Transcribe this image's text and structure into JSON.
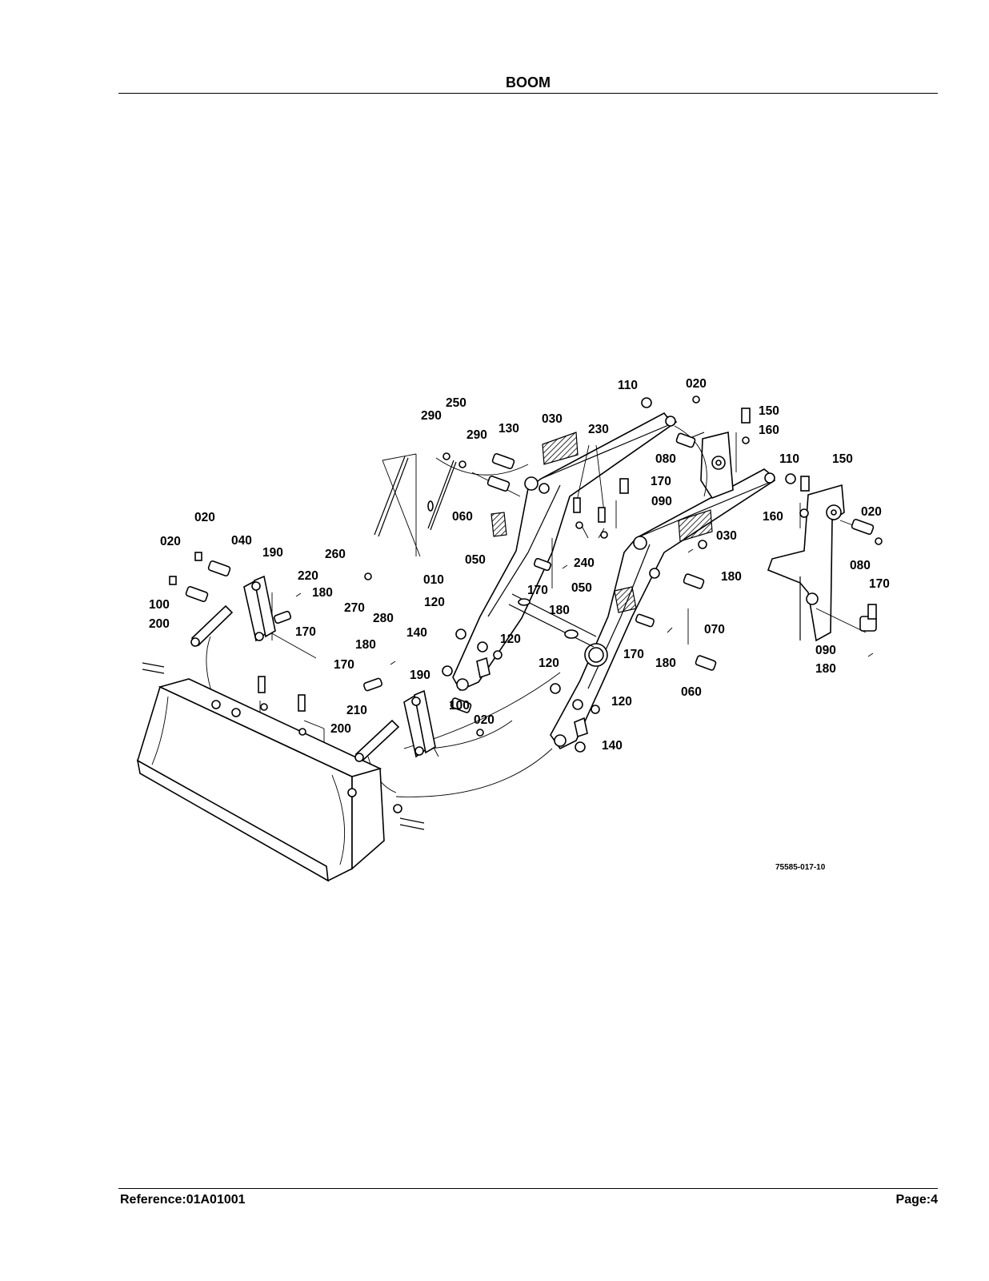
{
  "header": {
    "title": "BOOM"
  },
  "footer": {
    "reference": "Reference:01A01001",
    "page": "Page:4"
  },
  "figure": {
    "code": "75585-017-10",
    "labels": [
      {
        "id": "l-110a",
        "text": "110"
      },
      {
        "id": "l-020a",
        "text": "020"
      },
      {
        "id": "l-150a",
        "text": "150"
      },
      {
        "id": "l-160a",
        "text": "160"
      },
      {
        "id": "l-250",
        "text": "250"
      },
      {
        "id": "l-290a",
        "text": "290"
      },
      {
        "id": "l-290b",
        "text": "290"
      },
      {
        "id": "l-130",
        "text": "130"
      },
      {
        "id": "l-030a",
        "text": "030"
      },
      {
        "id": "l-230",
        "text": "230"
      },
      {
        "id": "l-080a",
        "text": "080"
      },
      {
        "id": "l-110b",
        "text": "110"
      },
      {
        "id": "l-150b",
        "text": "150"
      },
      {
        "id": "l-170a",
        "text": "170"
      },
      {
        "id": "l-090a",
        "text": "090"
      },
      {
        "id": "l-060a",
        "text": "060"
      },
      {
        "id": "l-160b",
        "text": "160"
      },
      {
        "id": "l-020b",
        "text": "020"
      },
      {
        "id": "l-030b",
        "text": "030"
      },
      {
        "id": "l-020c",
        "text": "020"
      },
      {
        "id": "l-040",
        "text": "040"
      },
      {
        "id": "l-020d",
        "text": "020"
      },
      {
        "id": "l-190a",
        "text": "190"
      },
      {
        "id": "l-260",
        "text": "260"
      },
      {
        "id": "l-050a",
        "text": "050"
      },
      {
        "id": "l-240",
        "text": "240"
      },
      {
        "id": "l-080b",
        "text": "080"
      },
      {
        "id": "l-220",
        "text": "220"
      },
      {
        "id": "l-180a",
        "text": "180"
      },
      {
        "id": "l-100a",
        "text": "100"
      },
      {
        "id": "l-010",
        "text": "010"
      },
      {
        "id": "l-170b",
        "text": "170"
      },
      {
        "id": "l-180b",
        "text": "180"
      },
      {
        "id": "l-050b",
        "text": "050"
      },
      {
        "id": "l-180c",
        "text": "180"
      },
      {
        "id": "l-170c",
        "text": "170"
      },
      {
        "id": "l-270",
        "text": "270"
      },
      {
        "id": "l-120a",
        "text": "120"
      },
      {
        "id": "l-200a",
        "text": "200"
      },
      {
        "id": "l-280",
        "text": "280"
      },
      {
        "id": "l-170d",
        "text": "170"
      },
      {
        "id": "l-070",
        "text": "070"
      },
      {
        "id": "l-140a",
        "text": "140"
      },
      {
        "id": "l-120b",
        "text": "120"
      },
      {
        "id": "l-180d",
        "text": "180"
      },
      {
        "id": "l-170e",
        "text": "170"
      },
      {
        "id": "l-180e",
        "text": "180"
      },
      {
        "id": "l-090b",
        "text": "090"
      },
      {
        "id": "l-120c",
        "text": "120"
      },
      {
        "id": "l-170f",
        "text": "170"
      },
      {
        "id": "l-190b",
        "text": "190"
      },
      {
        "id": "l-180f",
        "text": "180"
      },
      {
        "id": "l-060b",
        "text": "060"
      },
      {
        "id": "l-120d",
        "text": "120"
      },
      {
        "id": "l-210",
        "text": "210"
      },
      {
        "id": "l-100b",
        "text": "100"
      },
      {
        "id": "l-020e",
        "text": "020"
      },
      {
        "id": "l-200b",
        "text": "200"
      },
      {
        "id": "l-140b",
        "text": "140"
      }
    ]
  }
}
